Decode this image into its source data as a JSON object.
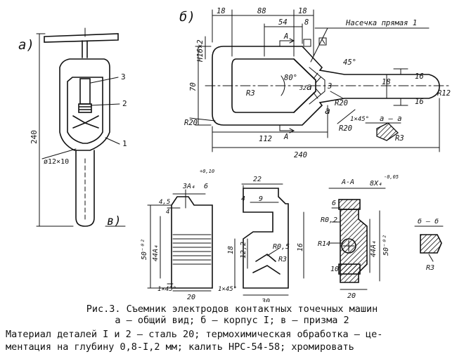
{
  "labels": {
    "view_a": "а)",
    "view_b": "б)",
    "view_v": "в)"
  },
  "view_a": {
    "callout_1": "1",
    "callout_2": "2",
    "callout_3": "3",
    "dim_height": "240",
    "dim_rod": "ø12×10"
  },
  "view_b": {
    "dim_top_18_left": "18",
    "dim_top_88": "88",
    "dim_top_18_right": "18",
    "dim_54": "54",
    "dim_8": "8",
    "dim_h16": "Н16×2",
    "dim_70": "70",
    "dim_112": "112",
    "dim_240": "240",
    "dim_r3": "R3",
    "dim_r20_left": "R20",
    "dim_r20_mid": "R20",
    "dim_r20_bot": "R20",
    "dim_r12": "R12",
    "dim_18": "18",
    "dim_16_top": "16",
    "dim_16_bot": "16",
    "angle_80": "80°",
    "angle_45": "45°",
    "angle_32": "32",
    "angle_3": "3",
    "mark_a1": "a",
    "mark_a2": "a",
    "mark_A_top": "A",
    "mark_A_bot": "A",
    "note_notch": "Насечка прямая 1",
    "chamfer": "1×45°",
    "section_aa": "а – а",
    "section_r3": "R3"
  },
  "view_v": {
    "dim_3a": "3A₄",
    "dim_3a_tol": "+0,10",
    "dim_6": "6",
    "dim_20": "20",
    "dim_50": "50⁻⁰²",
    "dim_44": "44А₄",
    "dim_4_5": "4,5",
    "dim_4": "4",
    "chamfer_left": "1×45°",
    "chamfer_mid": "1×45°",
    "dim_22": "22",
    "dim_4b": "4",
    "dim_9": "9",
    "dim_18": "18",
    "dim_12_2": "12,2",
    "dim_r05": "R0,5",
    "dim_r3": "R3",
    "dim_16": "16",
    "dim_30": "30",
    "section_AA": "А-А",
    "dim_8x": "8X₄",
    "dim_8x_tol": "-0,05",
    "dim_6b": "6",
    "dim_r02": "R0,2",
    "dim_r14": "R14",
    "dim_44b": "44А₄",
    "dim_50b": "50⁻⁰²",
    "dim_10": "10",
    "dim_20b": "20",
    "section_bb": "б – б",
    "section_r3": "R3"
  },
  "caption": {
    "line1": "Рис.3. Съемник электродов контактных точечных машин",
    "line2": "а – общий вид; б – корпус I; в – призма 2"
  },
  "notes": {
    "line1": "Материал деталей I и 2 – сталь 20; термохимическая обработка – це-",
    "line2": "ментация на глубину 0,8-I,2 мм; калить НРС-54-58; хромировать"
  }
}
